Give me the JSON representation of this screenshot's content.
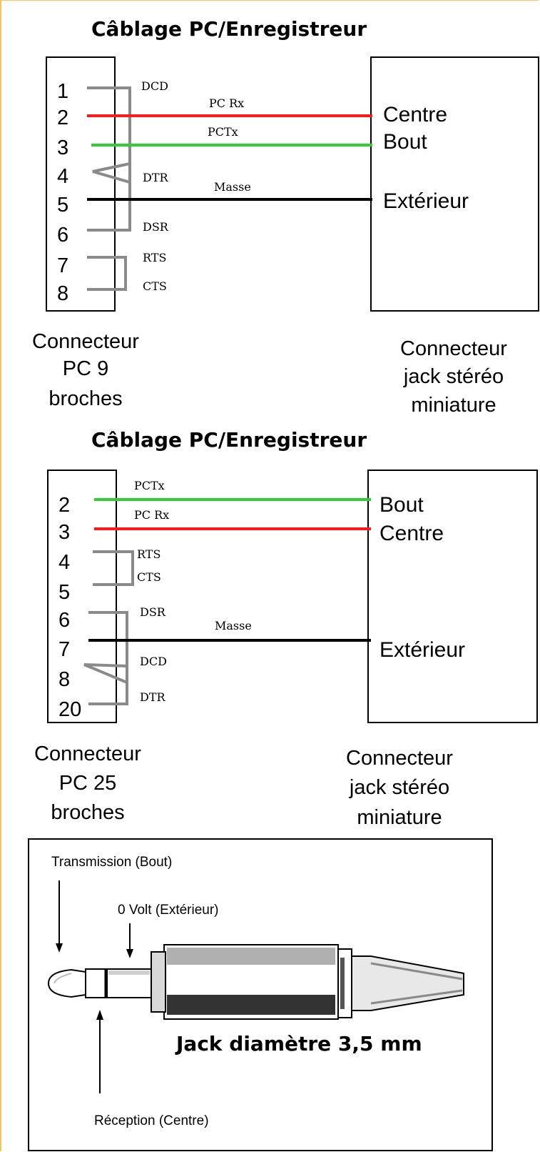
{
  "top": {
    "title": "Câblage PC/Enregistreur",
    "pins": [
      "1",
      "2",
      "3",
      "4",
      "5",
      "6",
      "7",
      "8"
    ],
    "signals": {
      "dcd": "DCD",
      "pcrx": "PC Rx",
      "pctx": "PCTx",
      "dtr": "DTR",
      "masse": "Masse",
      "dsr": "DSR",
      "rts": "RTS",
      "cts": "CTS"
    },
    "jack_terms": {
      "centre": "Centre",
      "bout": "Bout",
      "exterieur": "Extérieur"
    },
    "left_caption": [
      "Connecteur",
      "PC 9",
      "broches"
    ],
    "right_caption": [
      "Connecteur",
      "jack stéréo",
      "miniature"
    ]
  },
  "bottom": {
    "title": "Câblage PC/Enregistreur",
    "pins": [
      "2",
      "3",
      "4",
      "5",
      "6",
      "7",
      "8",
      "20"
    ],
    "signals": {
      "pctx": "PCTx",
      "pcrx": "PC Rx",
      "rts": "RTS",
      "cts": "CTS",
      "dsr": "DSR",
      "masse": "Masse",
      "dcd": "DCD",
      "dtr": "DTR"
    },
    "jack_terms": {
      "bout": "Bout",
      "centre": "Centre",
      "exterieur": "Extérieur"
    },
    "left_caption": [
      "Connecteur",
      "PC 25",
      "broches"
    ],
    "right_caption": [
      "Connecteur",
      "jack stéréo",
      "miniature"
    ]
  },
  "jack": {
    "label_transmission": "Transmission (Bout)",
    "label_zero_volt": "0 Volt (Extérieur)",
    "label_reception": "Réception (Centre)",
    "title": "Jack diamètre 3,5 mm"
  },
  "colors": {
    "red": "#ff1a1a",
    "green": "#33cc33",
    "gray": "#8a8a8a",
    "black": "#000000",
    "border": "#f0c860"
  }
}
